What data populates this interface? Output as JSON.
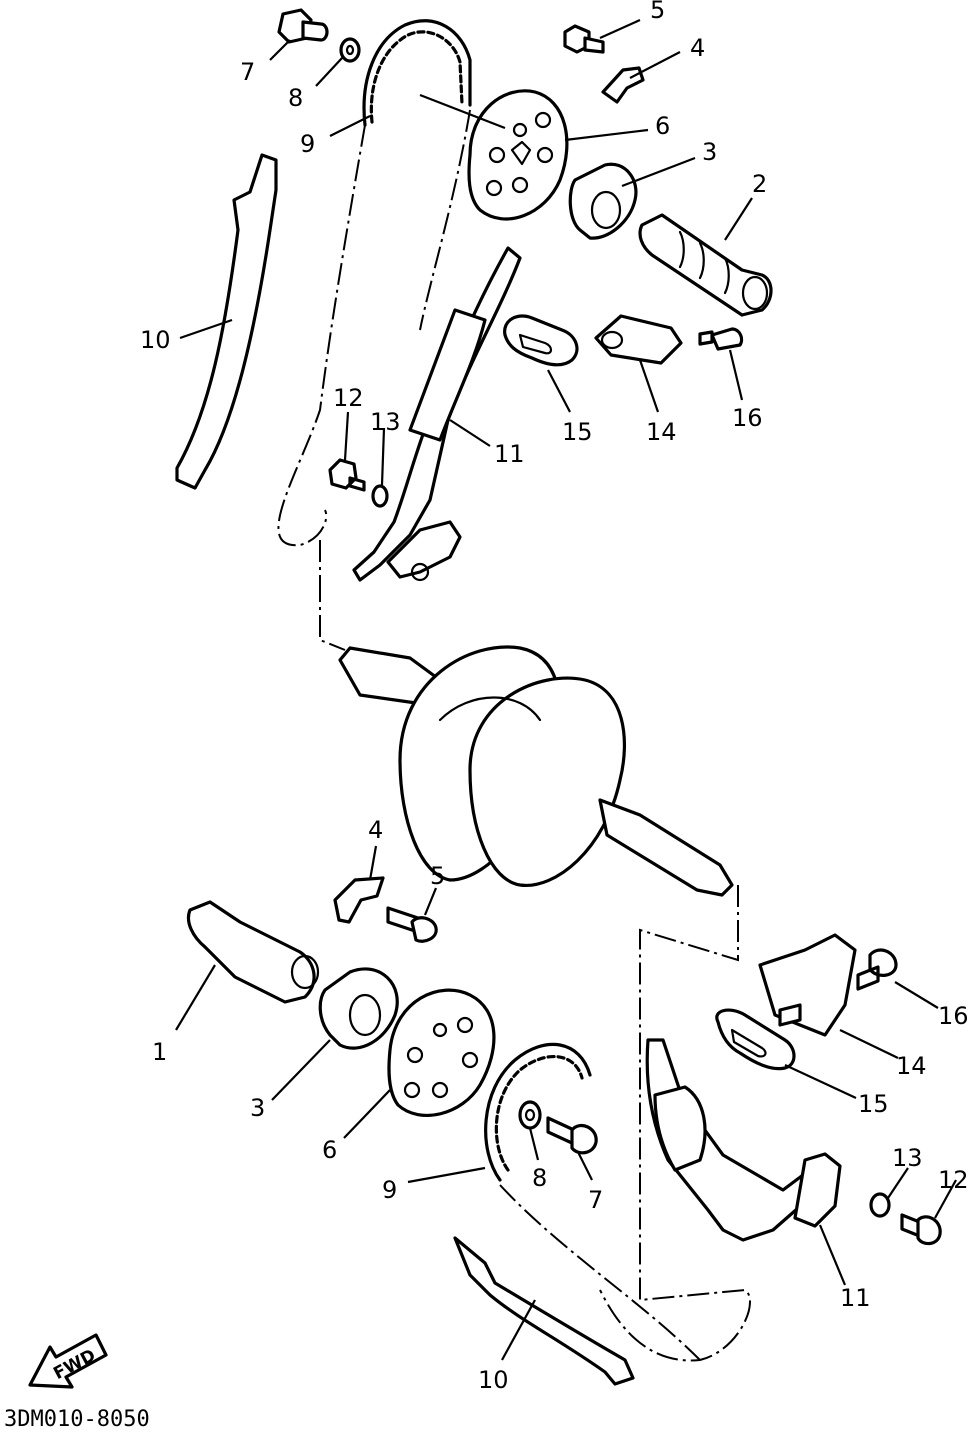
{
  "diagram_code": "3DM010-8050",
  "fwd_label": "FWD",
  "callouts": {
    "top": {
      "c2": "2",
      "c3": "3",
      "c4": "4",
      "c5": "5",
      "c6": "6",
      "c7": "7",
      "c8": "8",
      "c9": "9",
      "c10": "10",
      "c11": "11",
      "c12": "12",
      "c13": "13",
      "c14": "14",
      "c15": "15",
      "c16": "16"
    },
    "bottom": {
      "c1": "1",
      "c3": "3",
      "c4": "4",
      "c5": "5",
      "c6": "6",
      "c7": "7",
      "c8": "8",
      "c9": "9",
      "c10": "10",
      "c11": "11",
      "c12": "12",
      "c13": "13",
      "c14": "14",
      "c15": "15",
      "c16": "16"
    }
  }
}
